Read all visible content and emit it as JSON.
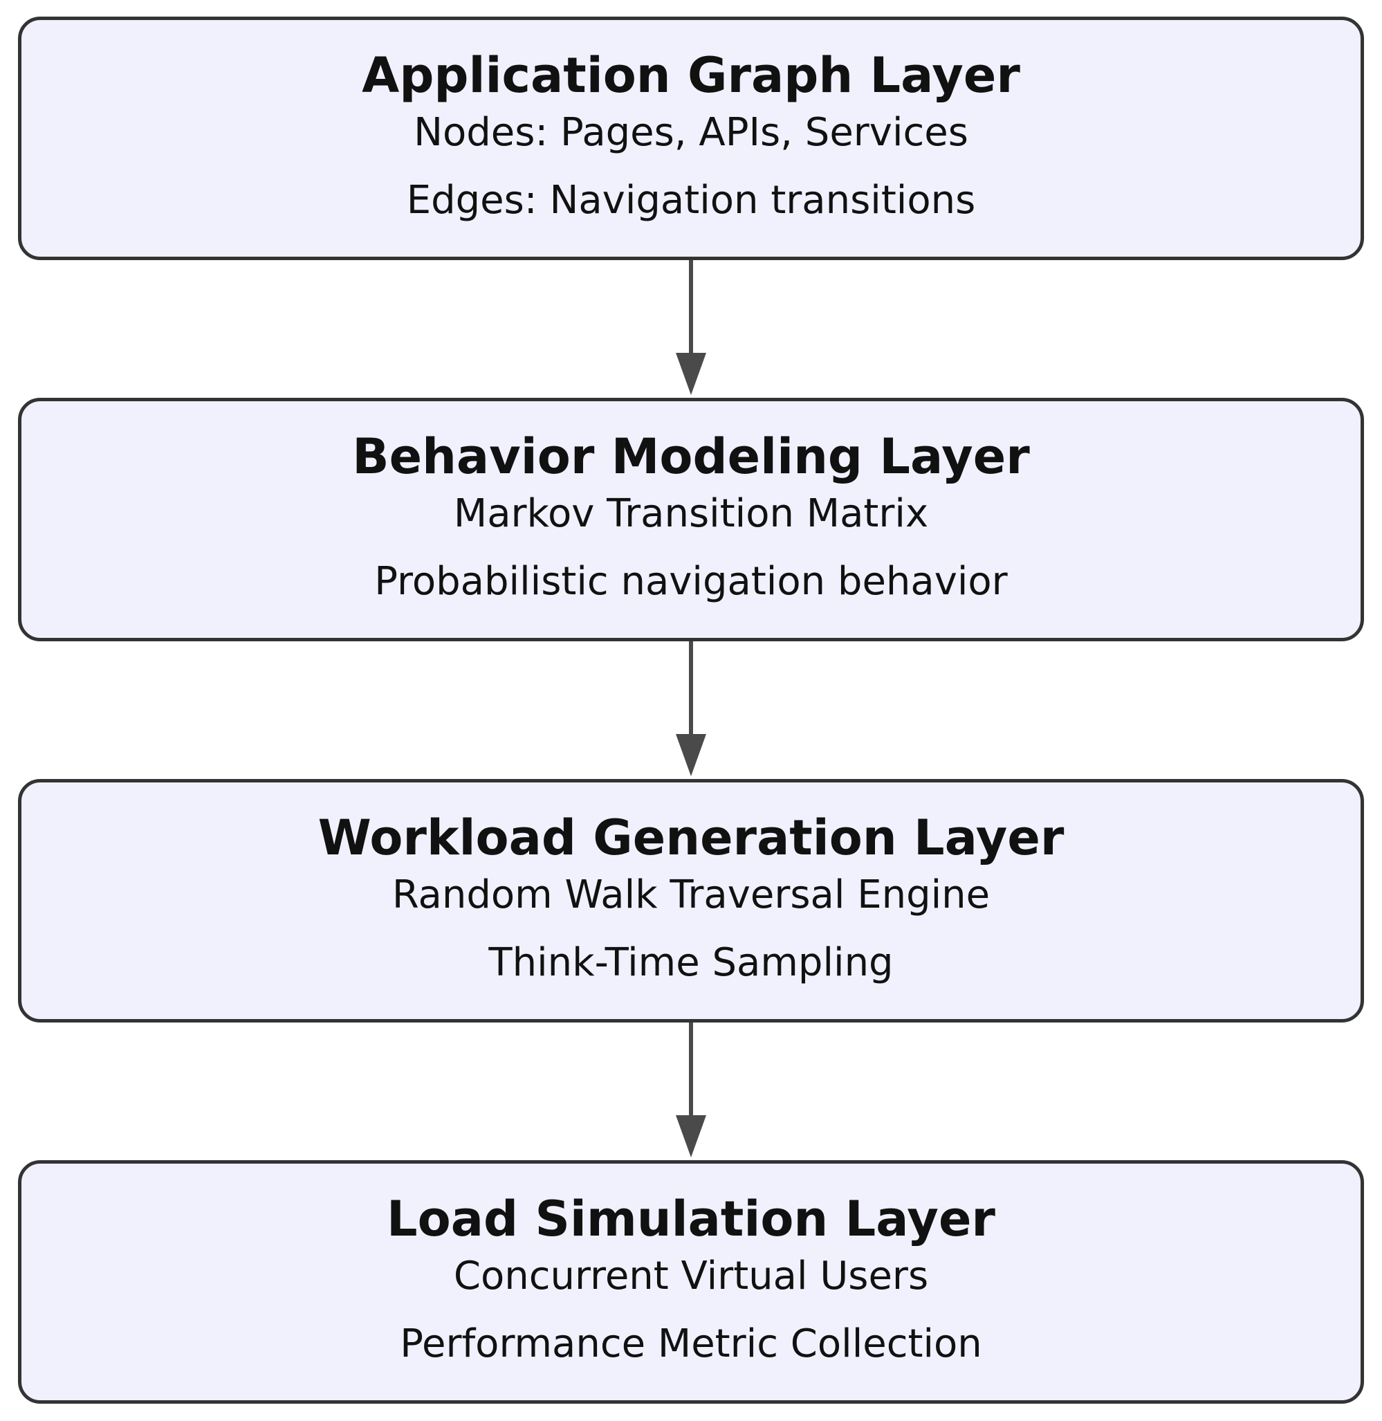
{
  "layers": [
    {
      "title": "Application Graph Layer",
      "line1": "Nodes: Pages, APIs, Services",
      "line2": "Edges: Navigation transitions"
    },
    {
      "title": "Behavior Modeling Layer",
      "line1": "Markov Transition Matrix",
      "line2": "Probabilistic navigation behavior"
    },
    {
      "title": "Workload Generation Layer",
      "line1": "Random Walk Traversal Engine",
      "line2": "Think-Time Sampling"
    },
    {
      "title": "Load Simulation Layer",
      "line1": "Concurrent Virtual Users",
      "line2": "Performance Metric Collection"
    }
  ],
  "colors": {
    "box_fill": "#f0f1fd",
    "box_border": "#333333",
    "arrow": "#4a4a4a"
  }
}
